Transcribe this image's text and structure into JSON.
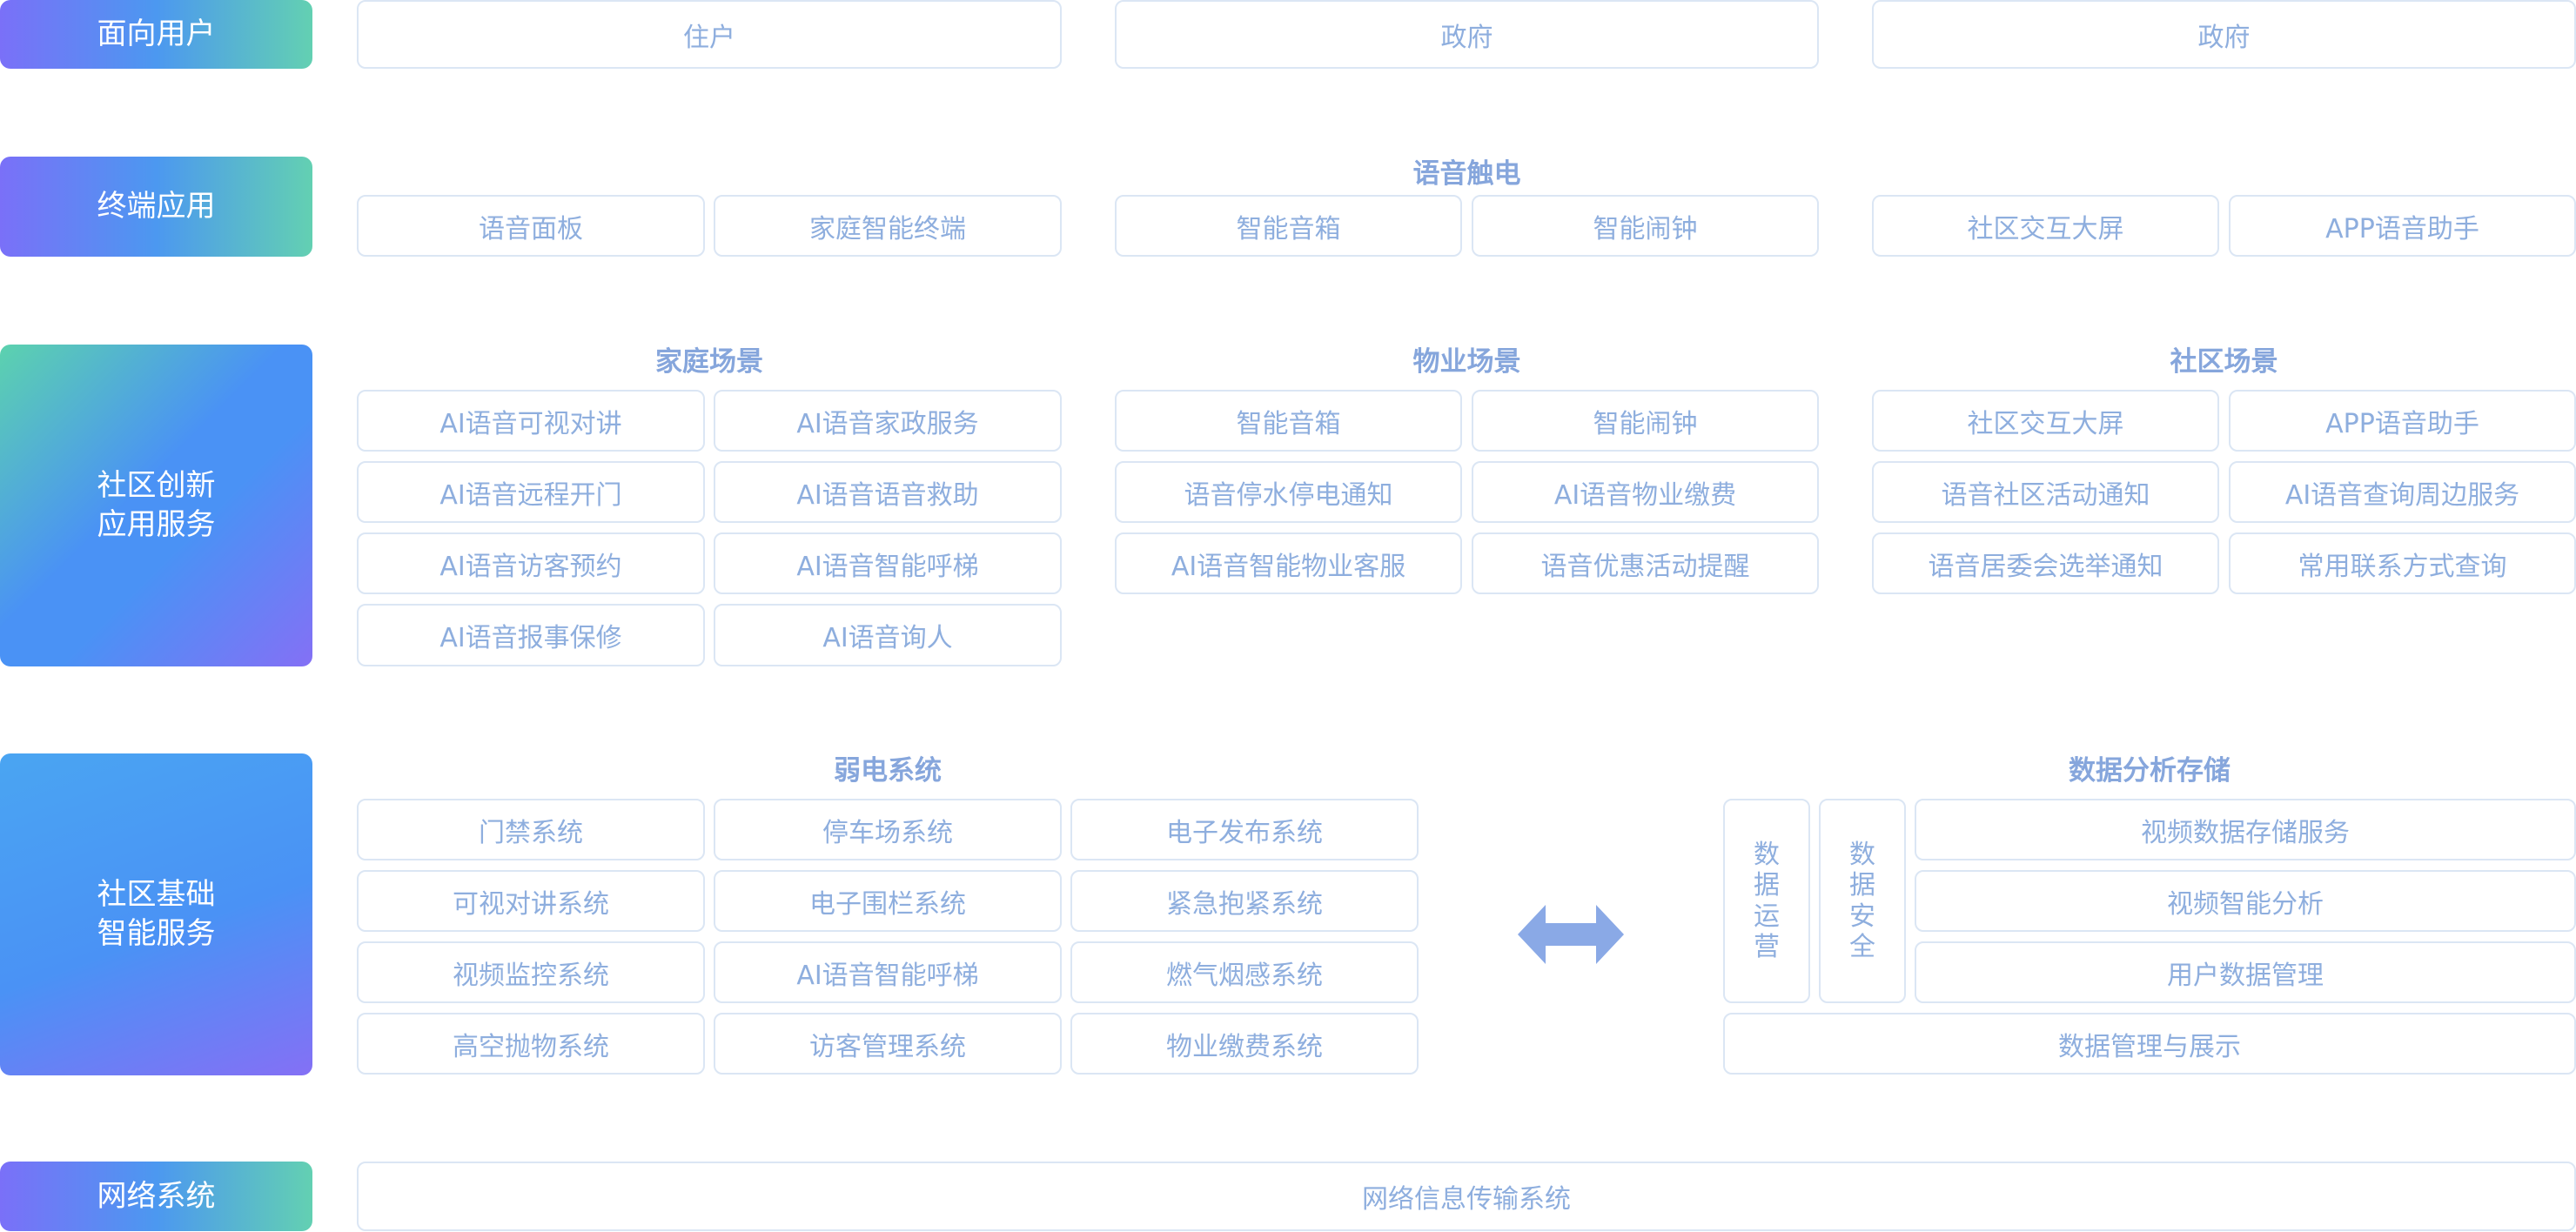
{
  "labels": {
    "users": "面向用户",
    "terminal": "终端应用",
    "innovation": "社区创新\n应用服务",
    "basic": "社区基础\n智能服务",
    "network": "网络系统"
  },
  "users": {
    "col1": "住户",
    "col2": "政府",
    "col3": "政府"
  },
  "terminal": {
    "heading": "语音触电",
    "items": [
      "语音面板",
      "家庭智能终端",
      "智能音箱",
      "智能闹钟",
      "社区交互大屏",
      "APP语音助手"
    ]
  },
  "innovation": {
    "home": {
      "heading": "家庭场景",
      "items": [
        "AI语音可视对讲",
        "AI语音家政服务",
        "AI语音远程开门",
        "AI语音语音救助",
        "AI语音访客预约",
        "AI语音智能呼梯",
        "AI语音报事保修",
        "AI语音询人"
      ]
    },
    "property": {
      "heading": "物业场景",
      "items": [
        "智能音箱",
        "智能闹钟",
        "语音停水停电通知",
        "AI语音物业缴费",
        "AI语音智能物业客服",
        "语音优惠活动提醒"
      ]
    },
    "community": {
      "heading": "社区场景",
      "items": [
        "社区交互大屏",
        "APP语音助手",
        "语音社区活动通知",
        "AI语音查询周边服务",
        "语音居委会选举通知",
        "常用联系方式查询"
      ]
    }
  },
  "basic": {
    "weak": {
      "heading": "弱电系统",
      "items": [
        "门禁系统",
        "停车场系统",
        "电子发布系统",
        "可视对讲系统",
        "电子围栏系统",
        "紧急抱紧系统",
        "视频监控系统",
        "AI语音智能呼梯",
        "燃气烟感系统",
        "高空抛物系统",
        "访客管理系统",
        "物业缴费系统"
      ]
    },
    "data": {
      "heading": "数据分析存储",
      "vertical": [
        [
          "数",
          "据",
          "运",
          "营"
        ],
        [
          "数",
          "据",
          "安",
          "全"
        ]
      ],
      "items": [
        "视频数据存储服务",
        "视频智能分析",
        "用户数据管理"
      ],
      "bottom": "数据管理与展示"
    },
    "arrow_icon": "double-arrow-icon",
    "arrow_color": "#8aa9e6"
  },
  "network": {
    "item": "网络信息传输系统"
  }
}
